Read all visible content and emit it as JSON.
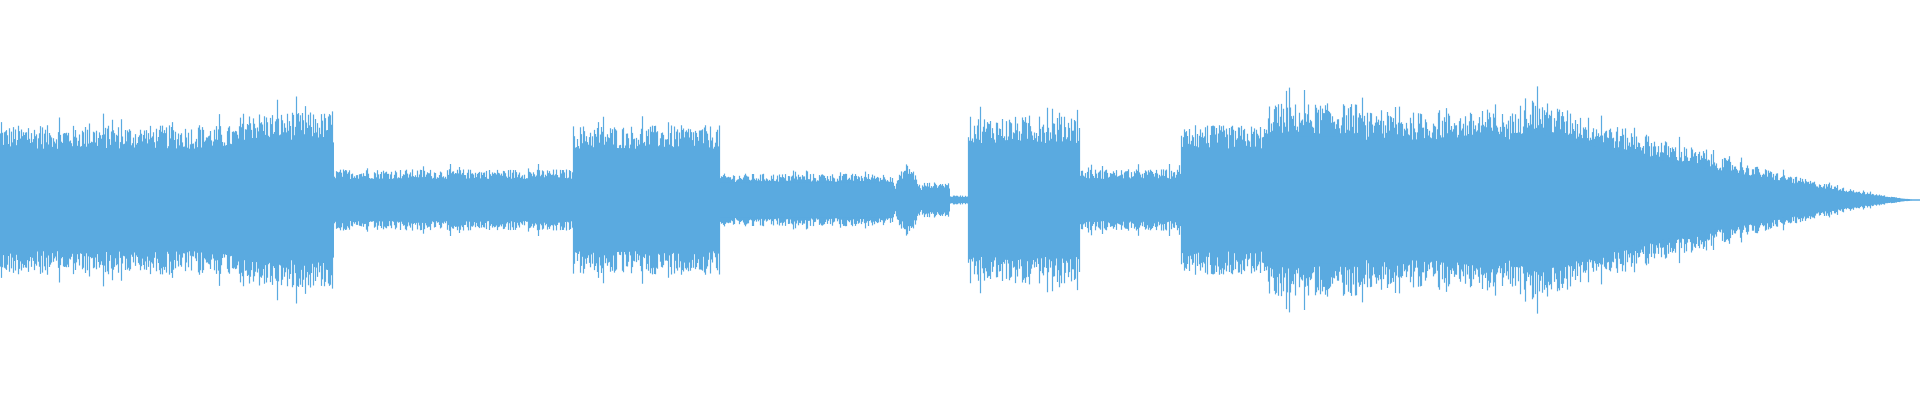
{
  "waveform": {
    "color": "#5aaae0",
    "background": "#ffffff",
    "duration_fraction_segments": [
      {
        "start": 0.0,
        "end": 0.125,
        "amplitude": 0.17
      },
      {
        "start": 0.125,
        "end": 0.173,
        "amplitude": 0.2
      },
      {
        "start": 0.173,
        "end": 0.298,
        "amplitude": 0.07
      },
      {
        "start": 0.298,
        "end": 0.375,
        "amplitude": 0.17
      },
      {
        "start": 0.375,
        "end": 0.465,
        "amplitude": 0.06
      },
      {
        "start": 0.465,
        "end": 0.48,
        "amplitude": 0.01
      },
      {
        "start": 0.48,
        "end": 0.494,
        "amplitude": 0.04
      },
      {
        "start": 0.494,
        "end": 0.504,
        "amplitude": 0.01
      },
      {
        "start": 0.504,
        "end": 0.562,
        "amplitude": 0.19
      },
      {
        "start": 0.562,
        "end": 0.615,
        "amplitude": 0.07
      },
      {
        "start": 0.615,
        "end": 0.66,
        "amplitude": 0.17
      },
      {
        "start": 0.66,
        "end": 0.708,
        "amplitude": 0.22
      },
      {
        "start": 0.708,
        "end": 0.79,
        "amplitude": 0.2
      },
      {
        "start": 0.79,
        "end": 0.845,
        "amplitude": 0.22
      },
      {
        "start": 0.845,
        "end": 1.0,
        "amplitude": 0.0
      }
    ]
  }
}
